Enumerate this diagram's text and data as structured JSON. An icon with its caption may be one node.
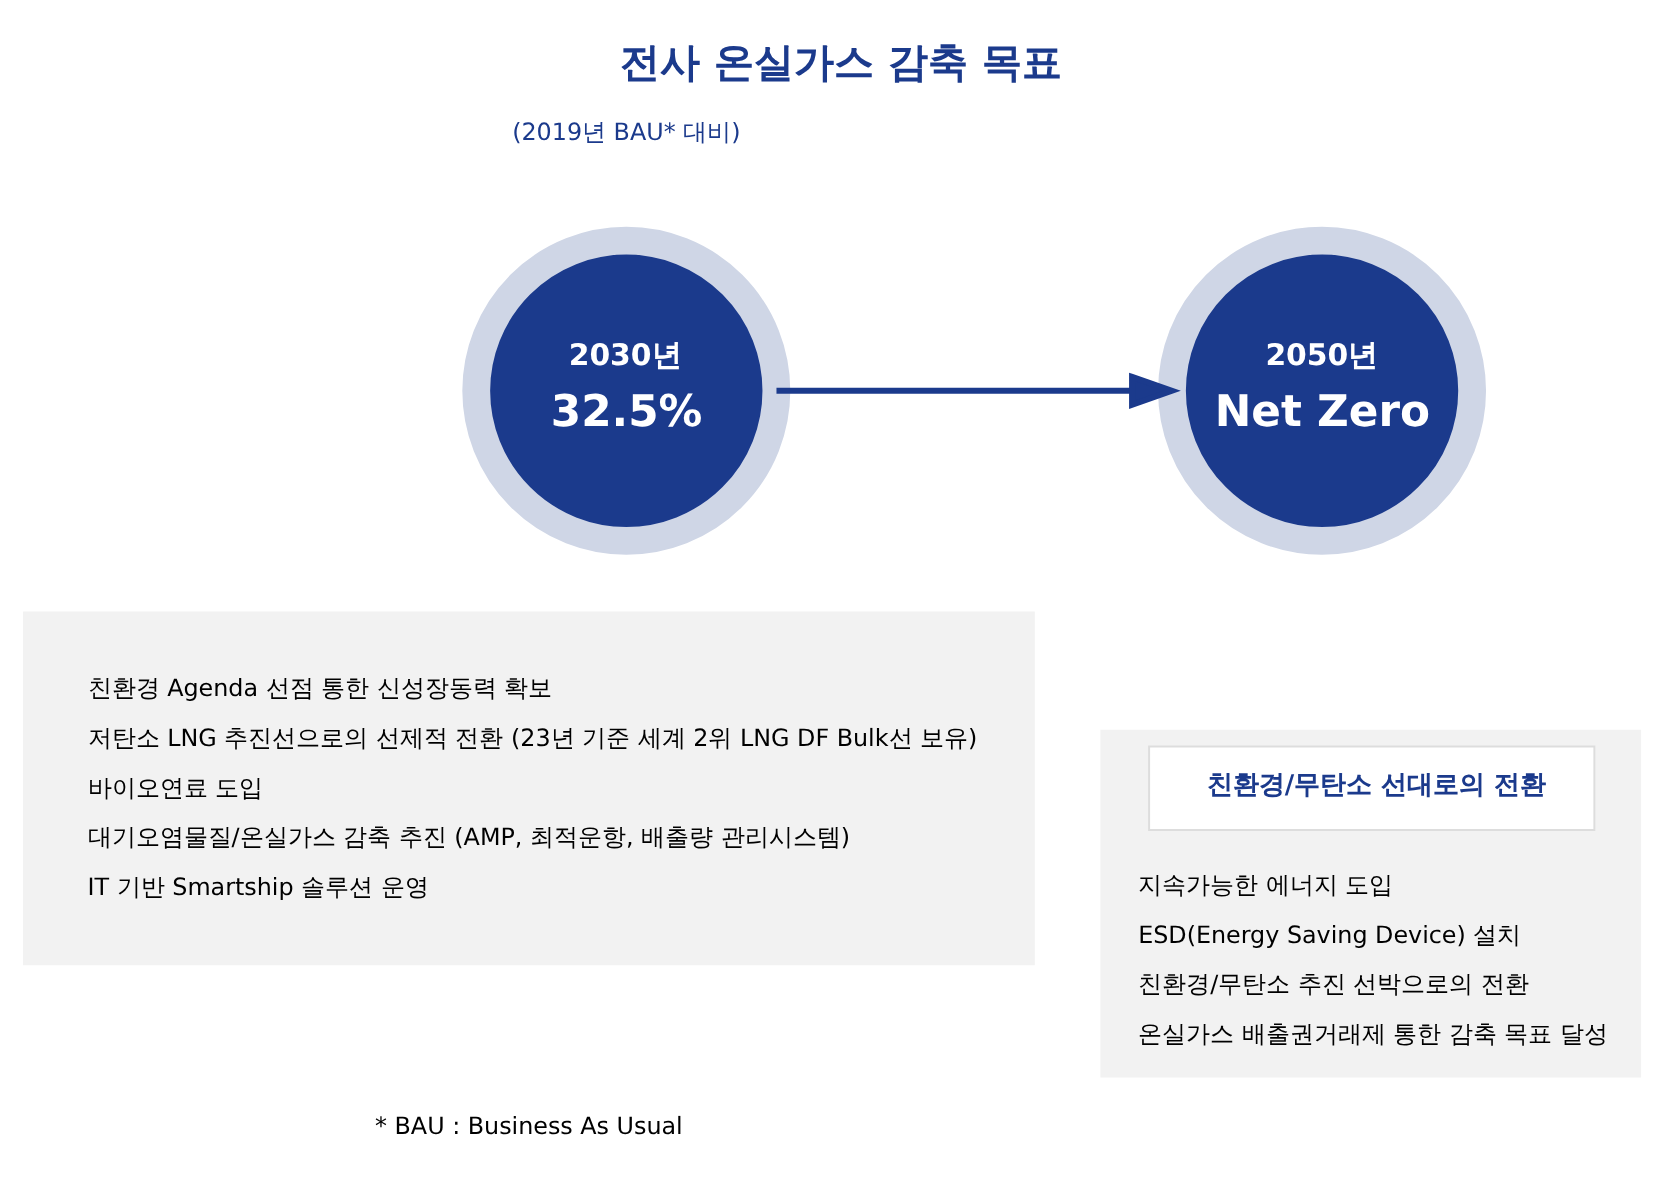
{
  "diagram": {
    "title": "전사 온실가스 감축 목표",
    "nodes": [
      {
        "text": [
          "2030년",
          "32.5%"
        ]
      },
      {
        "text": [
          "2050년",
          "Net Zero"
        ]
      },
      {
        "text": [
          "친환경 Agenda 선점 통한 신성장동력 확보",
          "저탄소 LNG 추진선으로의 선제적 전환 (23년 기준 세계 2위 LNG DF Bulk선 보유)",
          "바이오연료 도입",
          "대기오염물질/온실가스 감축 추진 (AMP, 최적운항, 배출량 관리시스템)",
          "IT 기반 Smartship 솔루션 운영"
        ]
      },
      {
        "text": [
          "지속가능한 에너지 도입",
          "ESD(Energy Saving Device) 설치",
          "친환경/무탄소 추진 선박으로의 전환",
          "온실가스 배출권거래제 통한 감축 목표 달성"
        ]
      },
      {
        "text": [
          "친환경/무탄소 선대로의 전환"
        ],
        "in": 3
      }
    ],
    "edges": [
      {
        "from": 0,
        "to": 1,
        "arrow": "to",
        "color": "#1b3a8c"
      }
    ],
    "labels": [
      "(2019년 BAU* 대비)",
      "* BAU : Business As Usual"
    ]
  }
}
